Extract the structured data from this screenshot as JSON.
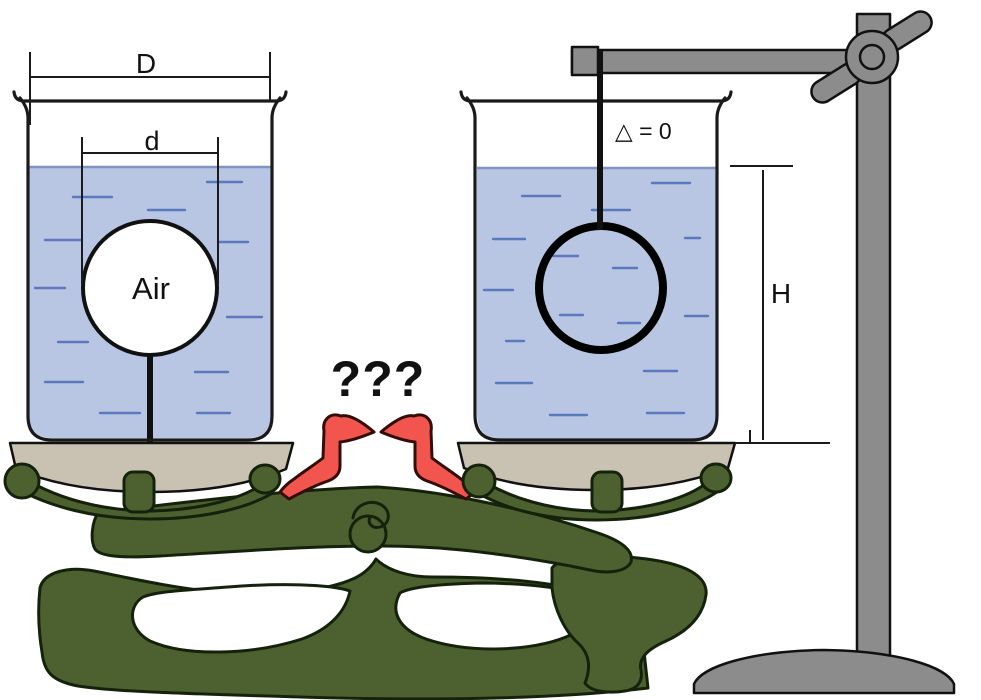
{
  "labels": {
    "beaker_diameter": "D",
    "sphere_diameter": "d",
    "air_sphere": "Air",
    "balance_delta": "△ = 0",
    "water_depth": "H",
    "question": "???"
  },
  "colors": {
    "water": "#b8c5e3",
    "water_line": "#8193c2",
    "ripple": "#5b79bd",
    "scale_body_green": "#4d6130",
    "pan_tan": "#c9c2b2",
    "pointer_red": "#f2544e",
    "stand_gray": "#8c8c8c",
    "outline": "#111111",
    "background": "#ffffff"
  }
}
